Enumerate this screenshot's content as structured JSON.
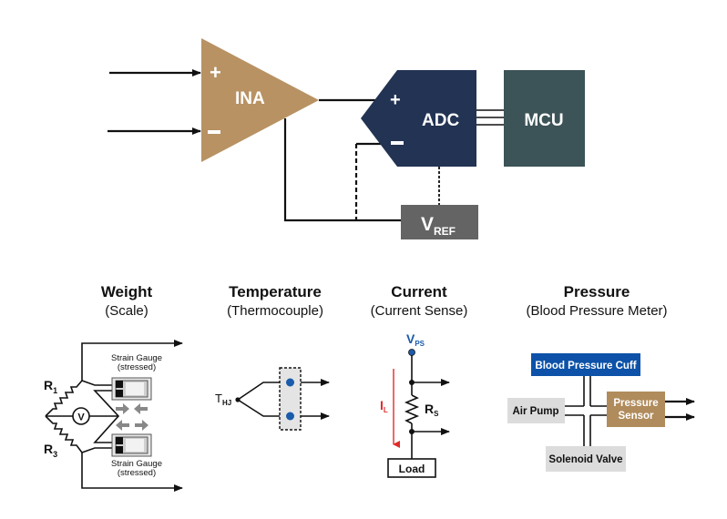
{
  "top": {
    "ina": {
      "label": "INA",
      "plus": "+",
      "minus": "−",
      "color": "#b89263"
    },
    "adc": {
      "label": "ADC",
      "plus": "+",
      "minus": "−",
      "color": "#223353"
    },
    "mcu": {
      "label": "MCU",
      "color": "#3c5357"
    },
    "vref": {
      "label": "V",
      "sub": "REF",
      "color": "#646464"
    }
  },
  "sections": [
    {
      "title": "Weight",
      "subtitle": "(Scale)"
    },
    {
      "title": "Temperature",
      "subtitle": "(Thermocouple)"
    },
    {
      "title": "Current",
      "subtitle": "(Current Sense)"
    },
    {
      "title": "Pressure",
      "subtitle": "(Blood Pressure Meter)"
    }
  ],
  "weight": {
    "r1": "R",
    "r1_sub": "1",
    "r3": "R",
    "r3_sub": "3",
    "voltmeter": "V",
    "gauge_top_line1": "Strain Gauge",
    "gauge_top_line2": "(stressed)",
    "gauge_bottom_line1": "Strain Gauge",
    "gauge_bottom_line2": "(stressed)"
  },
  "temperature": {
    "junction": "T",
    "junction_sub": "HJ",
    "dot_color": "#1a5bab"
  },
  "current": {
    "supply": "V",
    "supply_sub": "PS",
    "supply_color": "#1a5bab",
    "current": "I",
    "current_sub": "L",
    "current_color": "#e02a2a",
    "resistor": "R",
    "resistor_sub": "S",
    "load": "Load"
  },
  "pressure": {
    "cuff": "Blood Pressure Cuff",
    "cuff_color": "#0d52a8",
    "pump": "Air Pump",
    "sensor_line1": "Pressure",
    "sensor_line2": "Sensor",
    "sensor_color": "#b08b5b",
    "valve": "Solenoid Valve",
    "box_gray": "#dcdcdc"
  }
}
